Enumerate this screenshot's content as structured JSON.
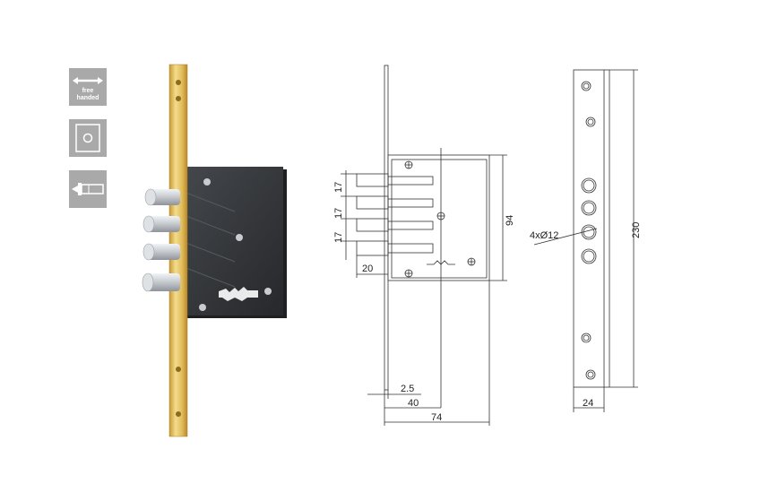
{
  "badges": {
    "free_handed_line1": "free",
    "free_handed_line2": "handed",
    "faceplate_icon": "square-faceplate-icon",
    "bolt_icon": "bolt-cylinder-icon"
  },
  "side_view": {
    "dim_bolt_spacing_1": "17",
    "dim_bolt_spacing_2": "17",
    "dim_bolt_spacing_3": "17",
    "dim_throw": "20",
    "dim_case_height": "94",
    "dim_faceplate_thickness": "2.5",
    "dim_backset": "40",
    "dim_depth": "74"
  },
  "front_view": {
    "dim_holes": "4xØ12",
    "dim_length": "230",
    "dim_width": "24"
  },
  "colors": {
    "brass": "#e7c66b",
    "case": "#2f3134",
    "badge": "#a9a9a9",
    "line": "#333333"
  }
}
